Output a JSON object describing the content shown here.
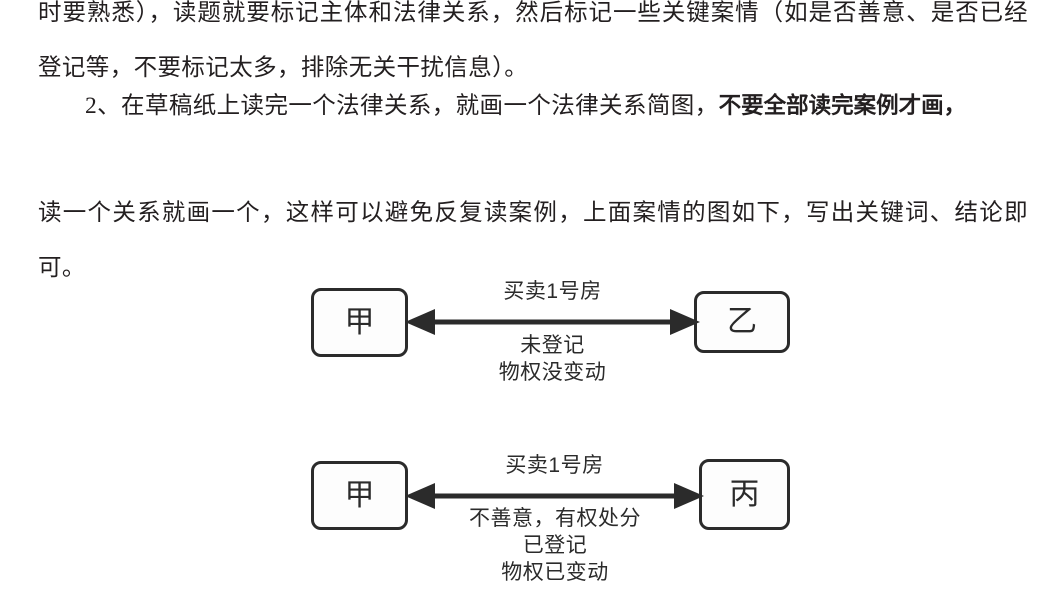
{
  "document": {
    "paragraphs": [
      {
        "id": "p1",
        "runs": [
          {
            "text": "时要熟悉），读题就要标记主体和法律关系，然后标记一些关键案情（如是否善意、是否已经登记等，不要标记太多，排除无关干扰信息）。",
            "bold": false
          }
        ]
      },
      {
        "id": "p2",
        "runs": [
          {
            "text": "2、在草稿纸上读完一个法律关系，就画一个法律关系简图，",
            "bold": false
          },
          {
            "text": "不要全部读完案例才画，",
            "bold": true
          }
        ]
      },
      {
        "id": "p3",
        "runs": [
          {
            "text": "读一个关系就画一个，这样可以避免反复读案例，上面案情的图如下，写出关键词、结论即可。",
            "bold": false
          }
        ]
      }
    ]
  },
  "diagrams": [
    {
      "id": "diagram-1",
      "left_node": "甲",
      "right_node": "乙",
      "label_above": "买卖1号房",
      "label_below": "未登记\n物权没变动",
      "arrow": "double-headed"
    },
    {
      "id": "diagram-2",
      "left_node": "甲",
      "right_node": "丙",
      "label_above": "买卖1号房",
      "label_below": "不善意，有权处分\n已登记\n物权已变动",
      "arrow": "double-headed"
    }
  ],
  "colors": {
    "text": "#231f20",
    "diagram_stroke": "#2b2b2b",
    "page_background": "#ffffff"
  }
}
